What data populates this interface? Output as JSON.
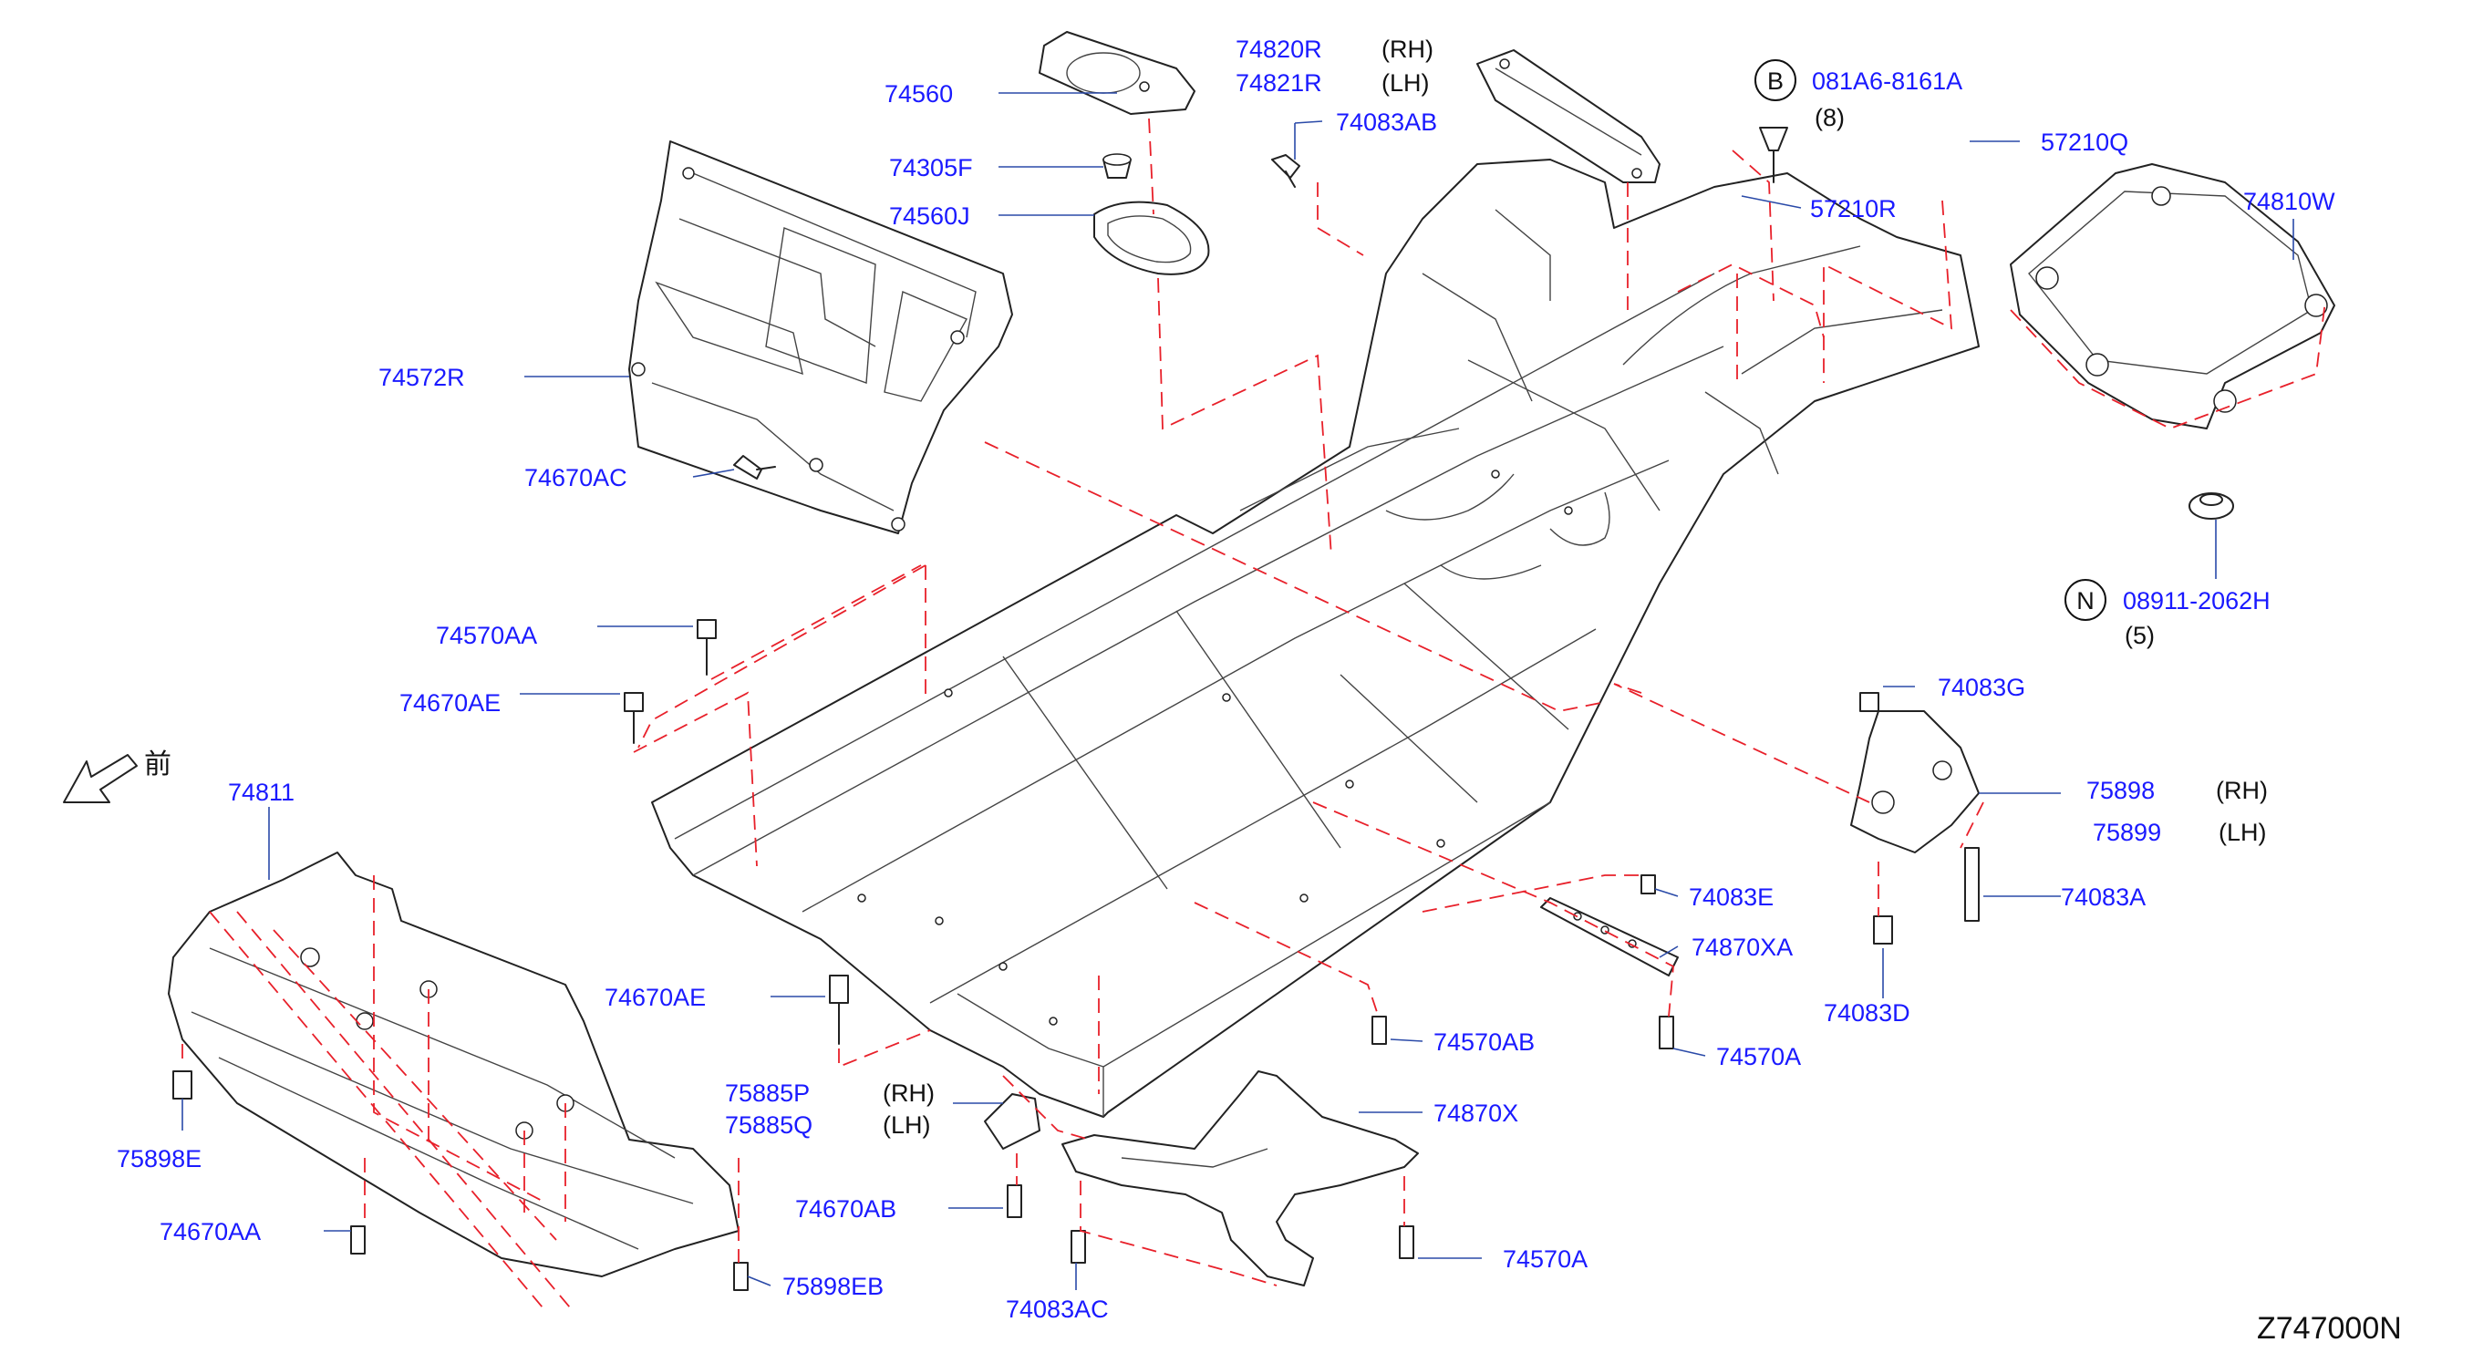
{
  "diagram": {
    "code": "Z747000N",
    "direction_glyph": "前",
    "callouts": [
      {
        "id": "p74560",
        "text": "74560"
      },
      {
        "id": "p74305f",
        "text": "74305F"
      },
      {
        "id": "p74560j",
        "text": "74560J"
      },
      {
        "id": "p74572r",
        "text": "74572R"
      },
      {
        "id": "p74670ac",
        "text": "74670AC"
      },
      {
        "id": "p74820r",
        "text": "74820R"
      },
      {
        "id": "p74821r",
        "text": "74821R"
      },
      {
        "id": "p74083ab",
        "text": "74083AB"
      },
      {
        "id": "p081a6",
        "text": "081A6-8161A"
      },
      {
        "id": "p57210q",
        "text": "57210Q"
      },
      {
        "id": "p57210r",
        "text": "57210R"
      },
      {
        "id": "p74810w",
        "text": "74810W"
      },
      {
        "id": "p08911",
        "text": "08911-2062H"
      },
      {
        "id": "p74570aa",
        "text": "74570AA"
      },
      {
        "id": "p74670ae1",
        "text": "74670AE"
      },
      {
        "id": "p74811",
        "text": "74811"
      },
      {
        "id": "p74083g",
        "text": "74083G"
      },
      {
        "id": "p75898",
        "text": "75898"
      },
      {
        "id": "p75899",
        "text": "75899"
      },
      {
        "id": "p74083a",
        "text": "74083A"
      },
      {
        "id": "p74083e",
        "text": "74083E"
      },
      {
        "id": "p74870xa",
        "text": "74870XA"
      },
      {
        "id": "p74083d",
        "text": "74083D"
      },
      {
        "id": "p74670ae2",
        "text": "74670AE"
      },
      {
        "id": "p74570ab",
        "text": "74570AB"
      },
      {
        "id": "p74570a1",
        "text": "74570A"
      },
      {
        "id": "p75885p",
        "text": "75885P"
      },
      {
        "id": "p75885q",
        "text": "75885Q"
      },
      {
        "id": "p74870x",
        "text": "74870X"
      },
      {
        "id": "p75898e",
        "text": "75898E"
      },
      {
        "id": "p74670ab",
        "text": "74670AB"
      },
      {
        "id": "p74670aa",
        "text": "74670AA"
      },
      {
        "id": "p75898eb",
        "text": "75898EB"
      },
      {
        "id": "p74083ac",
        "text": "74083AC"
      },
      {
        "id": "p74570a2",
        "text": "74570A"
      }
    ],
    "notes": {
      "rh1": "(RH)",
      "lh1": "(LH)",
      "rh2": "(RH)",
      "lh2": "(LH)",
      "rh3": "(RH)",
      "lh3": "(LH)",
      "qty8": "(8)",
      "qty5": "(5)",
      "badge_b": "B",
      "badge_n": "N"
    },
    "colors": {
      "callout": "#1a1aff",
      "dashed_leader": "#e8202a",
      "line_art": "#222222"
    }
  }
}
